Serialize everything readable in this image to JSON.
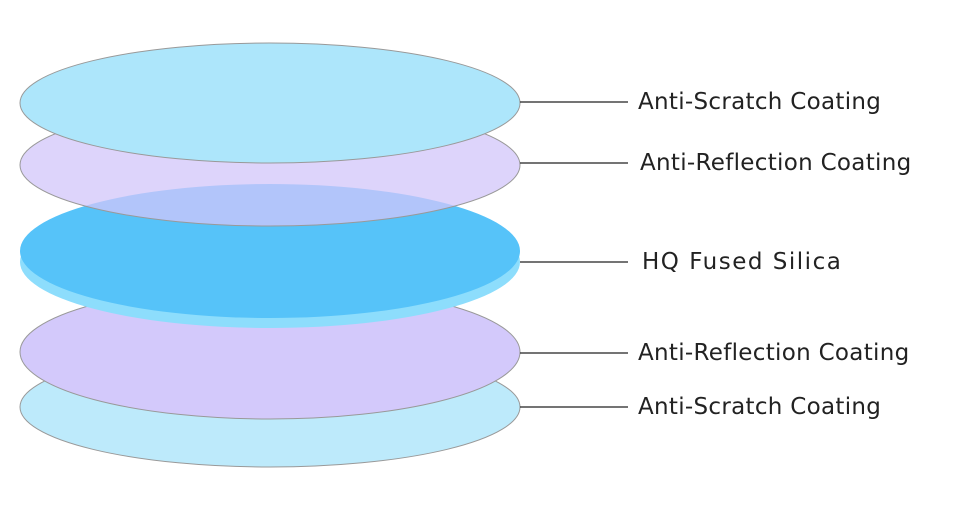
{
  "layers": [
    {
      "label": "Anti-Scratch Coating",
      "color": "#ade6fb"
    },
    {
      "label": "Anti-Reflection Coating",
      "color": "#dcd3fb"
    },
    {
      "label": "HQ Fused Silica",
      "color": "#56c3f9"
    },
    {
      "label": "Anti-Reflection Coating",
      "color": "#d3c9fb"
    },
    {
      "label": "Anti-Scratch Coating",
      "color": "#bdeafb"
    }
  ],
  "colors": {
    "silica_edge": "#8dddfc",
    "outline": "#999999",
    "leader": "#222222"
  }
}
